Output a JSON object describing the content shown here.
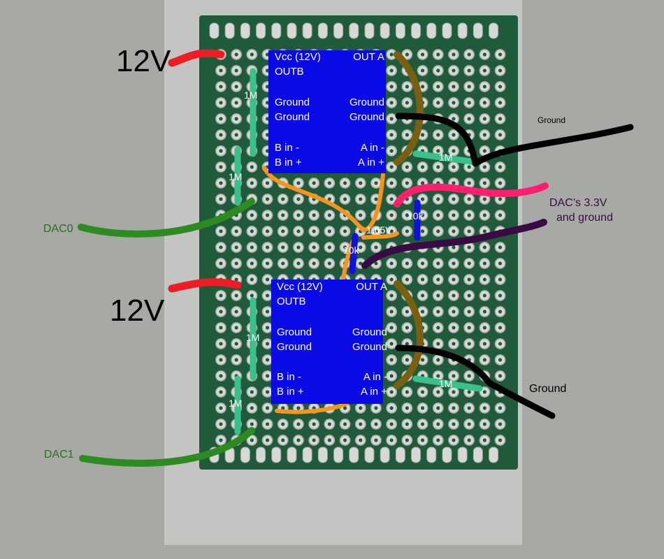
{
  "colors": {
    "power_wire": "#ee1c24",
    "ground_wire": "#000000",
    "dac_wire": "#2e8b22",
    "bias_wire": "#f7941d",
    "feedback_wire": "#7a5f10",
    "supply_wire": "#ff1f6e",
    "ground_ref_wire": "#3a0a45",
    "resistor_1m": "#3cc08a",
    "resistor_10k": "#1010e0",
    "ic": "#0a0ae6",
    "board": "#1f5b3b"
  },
  "top_amp": {
    "pins_left": [
      "Vcc (12V)",
      "OUTB",
      "Ground",
      "Ground",
      "B in -",
      "B in +"
    ],
    "pins_right": [
      "OUT A",
      "Ground",
      "Ground",
      "A in -",
      "A in +"
    ]
  },
  "bottom_amp": {
    "pins_left": [
      "Vcc (12V)",
      "OUTB",
      "Ground",
      "Ground",
      "B in -",
      "B in +"
    ],
    "pins_right": [
      "OUT A",
      "Ground",
      "Ground",
      "A in -",
      "A in +"
    ]
  },
  "resistors": {
    "top_b_feedback": "1M",
    "top_b_input": "1M",
    "top_a_feedback": "1M",
    "divider_top": "10k",
    "divider_bottom": "10k",
    "bottom_b_feedback": "1M",
    "bottom_b_input": "1M",
    "bottom_a_feedback": "1M"
  },
  "labels": {
    "top_supply": "12V",
    "bottom_supply": "12V",
    "dac0": "DAC0",
    "dac1": "DAC1",
    "ground_top": "Ground",
    "ground_bottom": "Ground",
    "dac_supply_line1": "DAC’s 3.3V",
    "dac_supply_line2": "and ground",
    "midpoint": "1.65V"
  }
}
